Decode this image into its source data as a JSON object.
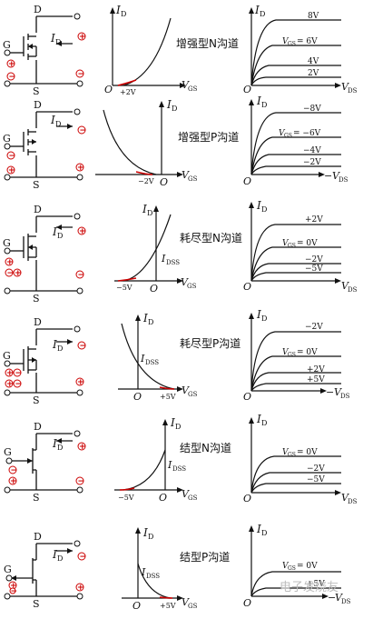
{
  "labels": {
    "drain": "D",
    "gate": "G",
    "source": "S",
    "id_sym": "I",
    "id_sub": "D",
    "origin": "O",
    "vgs_sym": "V",
    "vgs_sub": "GS",
    "vds_sym": "V",
    "vds_sub": "DS",
    "neg_vds_prefix": "−",
    "vgs_eq_prefix": "V",
    "idss_sym": "I",
    "idss_sub": "DSS"
  },
  "rows": [
    {
      "name": "增强型N沟道",
      "transfer_tick": "+2V",
      "family": [
        "8V",
        "= 6V",
        "4V",
        "2V"
      ],
      "neg_axis": false
    },
    {
      "name": "增强型P沟道",
      "transfer_tick": "−2V",
      "family": [
        "−8V",
        "= −6V",
        "−4V",
        "−2V"
      ],
      "neg_axis": true
    },
    {
      "name": "耗尽型N沟道",
      "transfer_tick": "−5V",
      "family": [
        "+2V",
        "= 0V",
        "−2V",
        "−5V"
      ],
      "neg_axis": false
    },
    {
      "name": "耗尽型P沟道",
      "transfer_tick": "+5V",
      "family": [
        "−2V",
        "= 0V",
        "+2V",
        "+5V"
      ],
      "neg_axis": true
    },
    {
      "name": "结型N沟道",
      "transfer_tick": "−5V",
      "family": [
        "= 0V",
        "−2V",
        "−5V"
      ],
      "neg_axis": false
    },
    {
      "name": "结型P沟道",
      "transfer_tick": "+5V",
      "family": [
        "= 0V",
        "+5V"
      ],
      "neg_axis": true
    }
  ],
  "watermark": "电子发烧友",
  "colors": {
    "ink": "#111111",
    "accent": "#cc0000"
  }
}
